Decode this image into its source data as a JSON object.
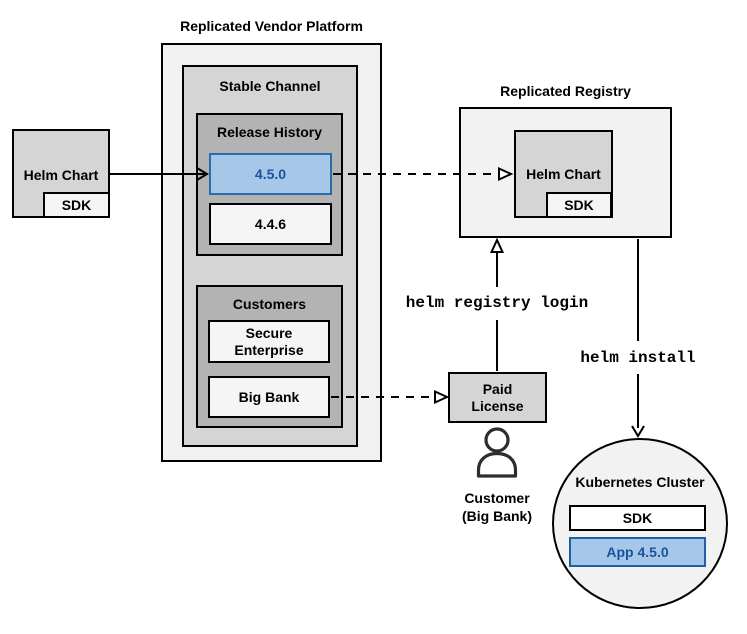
{
  "vendor_platform": {
    "title": "Replicated Vendor Platform",
    "stable_channel": {
      "label": "Stable Channel",
      "release_history": {
        "label": "Release History",
        "releases": [
          {
            "version": "4.5.0",
            "highlighted": true
          },
          {
            "version": "4.4.6",
            "highlighted": false
          }
        ]
      },
      "customers": {
        "label": "Customers",
        "items": [
          {
            "name": "Secure Enterprise"
          },
          {
            "name": "Big Bank"
          }
        ]
      }
    }
  },
  "source_helm_chart": {
    "label": "Helm Chart",
    "sdk": "SDK"
  },
  "registry": {
    "title": "Replicated Registry",
    "helm_chart": {
      "label": "Helm Chart",
      "sdk": "SDK"
    }
  },
  "paid_license": {
    "line1": "Paid",
    "line2": "License"
  },
  "customer": {
    "line1": "Customer",
    "line2": "(Big Bank)"
  },
  "commands": {
    "registry_login": "helm registry login",
    "install": "helm install"
  },
  "cluster": {
    "title": "Kubernetes Cluster",
    "sdk": "SDK",
    "app": "App 4.5.0"
  },
  "colors": {
    "highlight_fill": "#a6c7e8",
    "highlight_border": "#2a6cab",
    "highlight_text": "#19529e",
    "container_light": "#f2f2f2",
    "container_mid": "#d5d5d5",
    "container_dark": "#b3b3b3",
    "item_white": "#f5f5f5",
    "line": "#000000"
  }
}
